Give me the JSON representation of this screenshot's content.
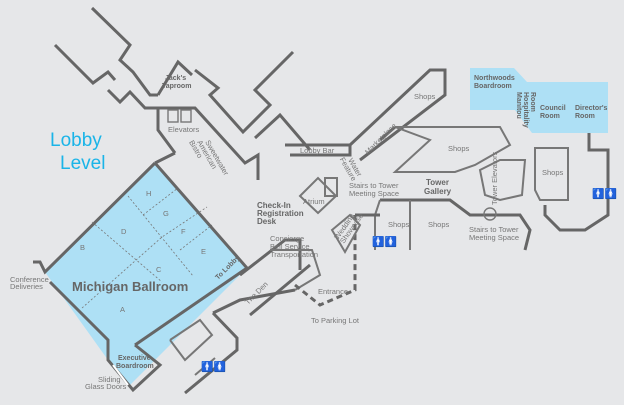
{
  "title": {
    "line1": "Lobby",
    "line2": "Level"
  },
  "colors": {
    "background": "#e6e7e9",
    "room_highlight": "#aee0f5",
    "title": "#1ab4e8",
    "wall": "#666666"
  },
  "rooms": {
    "ballroom": "Michigan Ballroom",
    "sections": [
      "A",
      "B",
      "C",
      "D",
      "E",
      "F",
      "G",
      "H"
    ],
    "executive": [
      "Executive",
      "Boardroom"
    ],
    "northwoods": [
      "Northwoods",
      "Boardroom"
    ],
    "manitou": [
      "Manitou",
      "Hospitality",
      "Room"
    ],
    "council": [
      "Council",
      "Room"
    ],
    "directors": [
      "Director's",
      "Room"
    ],
    "jacks": [
      "Jack's",
      "Taproom"
    ]
  },
  "labels": {
    "elevators": "Elevators",
    "sweetwater": [
      "Sweetwater",
      "American",
      "Bistro"
    ],
    "lobby_bar": "Lobby Bar",
    "water_feature": [
      "Water",
      "Feature"
    ],
    "marketplace": "Marketplace",
    "shops": "Shops",
    "checkin": [
      "Check-In",
      "Registration",
      "Desk"
    ],
    "atrium": "Atrium",
    "stairs_tower": [
      "Stairs to Tower",
      "Meeting Space"
    ],
    "tower_gallery": [
      "Tower",
      "Gallery"
    ],
    "tower_elevators": "Tower Elevators",
    "concierge": [
      "Concierge",
      "Bell Service",
      "Transportation"
    ],
    "wedding": [
      "Wedding",
      "Showcase"
    ],
    "to_lobby": "To Lobby",
    "the_den": "The Den",
    "entrance": "Entrance",
    "parking": "To Parking Lot",
    "conference": [
      "Conference",
      "Deliveries"
    ],
    "sliding": [
      "Sliding",
      "Glass Doors"
    ]
  }
}
